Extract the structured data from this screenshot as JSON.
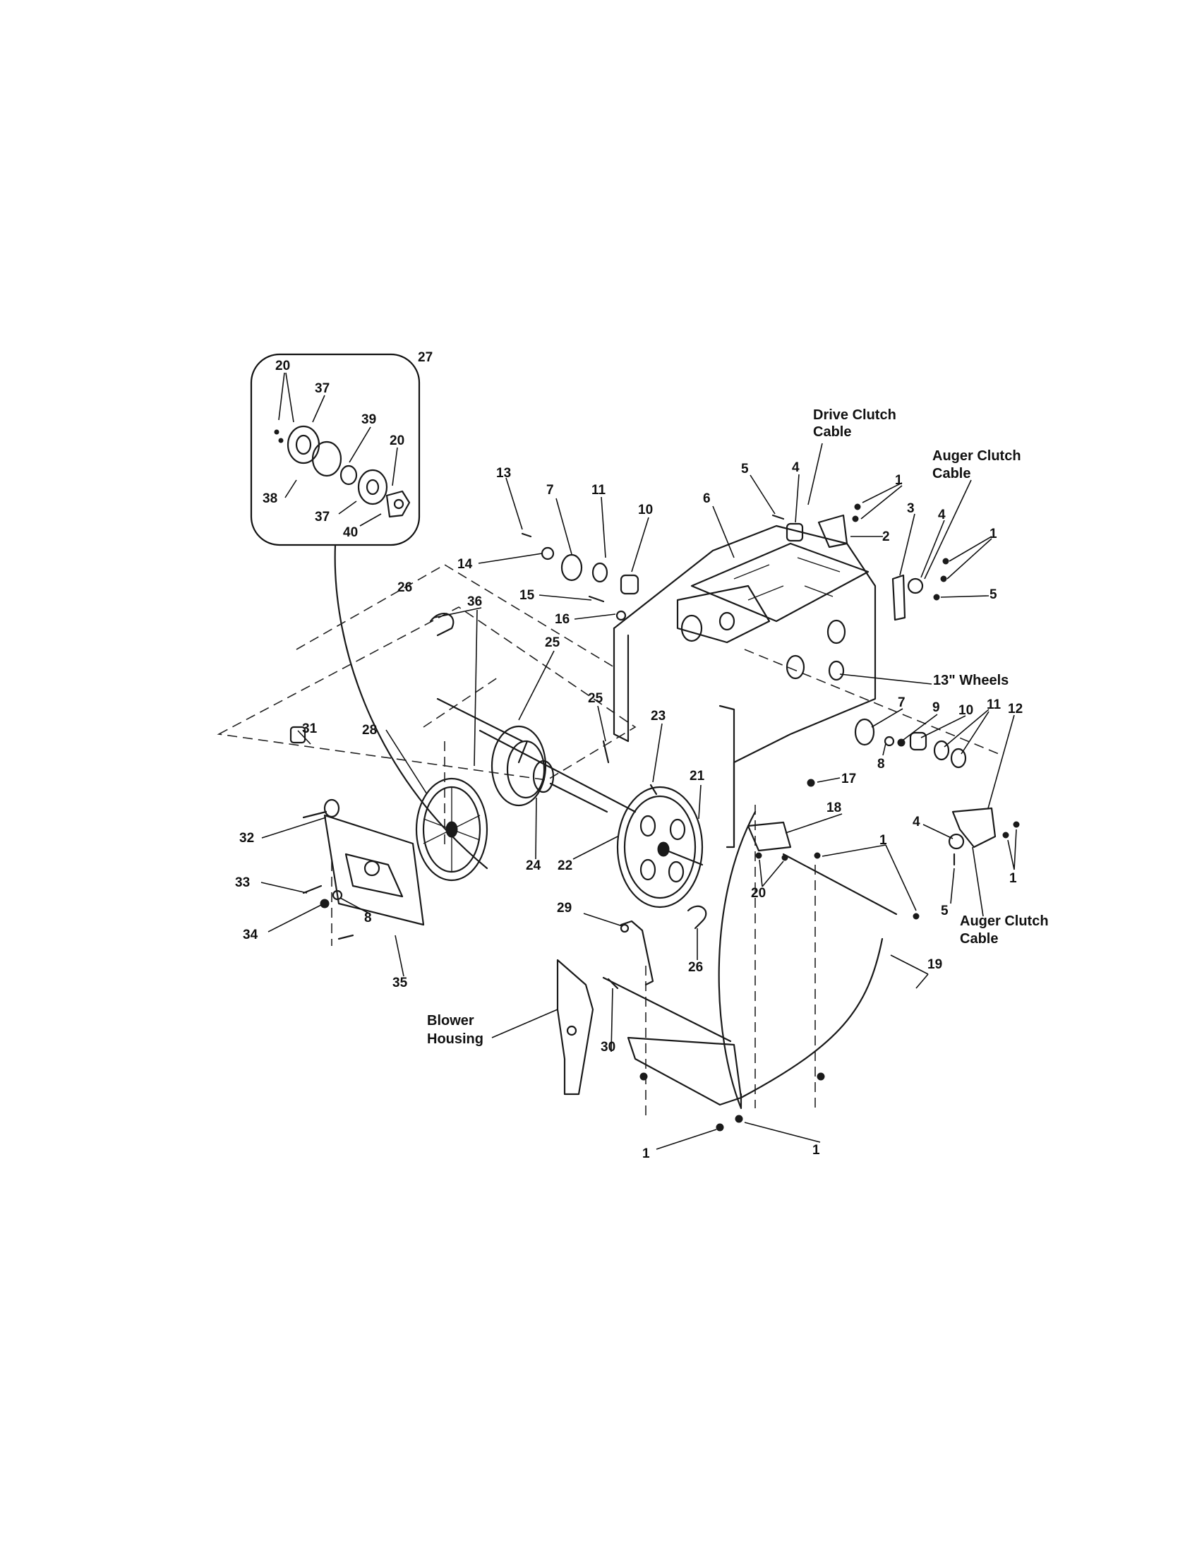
{
  "callouts": {
    "c1": "1",
    "c2": "2",
    "c3": "3",
    "c4": "4",
    "c5": "5",
    "c6": "6",
    "c7": "7",
    "c8": "8",
    "c9": "9",
    "c10": "10",
    "c11": "11",
    "c12": "12",
    "c13": "13",
    "c14": "14",
    "c15": "15",
    "c16": "16",
    "c17": "17",
    "c18": "18",
    "c19": "19",
    "c20": "20",
    "c21": "21",
    "c22": "22",
    "c23": "23",
    "c24": "24",
    "c25": "25",
    "c26": "26",
    "c27": "27",
    "c28": "28",
    "c29": "29",
    "c30": "30",
    "c31": "31",
    "c32": "32",
    "c33": "33",
    "c34": "34",
    "c35": "35",
    "c36": "36",
    "c37": "37",
    "c38": "38",
    "c39": "39",
    "c40": "40"
  },
  "labels": {
    "drive_clutch_cable_1": "Drive Clutch",
    "drive_clutch_cable_2": "Cable",
    "auger_clutch_cable_top_1": "Auger Clutch",
    "auger_clutch_cable_top_2": "Cable",
    "auger_clutch_cable_bottom_1": "Auger Clutch",
    "auger_clutch_cable_bottom_2": "Cable",
    "wheels": "13\" Wheels",
    "blower_housing_1": "Blower",
    "blower_housing_2": "Housing"
  }
}
